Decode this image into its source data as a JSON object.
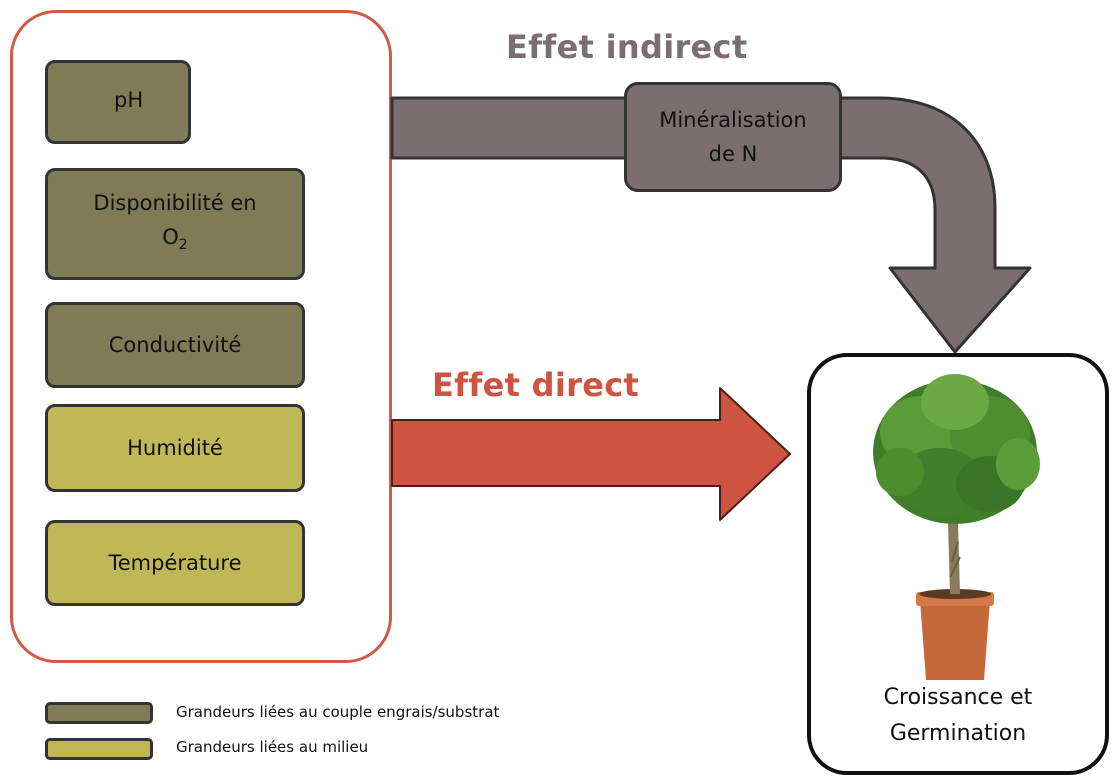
{
  "factors": {
    "ph": "pH",
    "o2_line1": "Disponibilité en",
    "o2_base": "O",
    "o2_sub": "2",
    "conductivity": "Conductivité",
    "humidity": "Humidité",
    "temperature": "Température"
  },
  "effects": {
    "indirect_label": "Effet indirect",
    "direct_label": "Effet direct",
    "mineral_line1": "Minéralisation",
    "mineral_line2": "de N"
  },
  "outcome": {
    "line1": "Croissance et",
    "line2": "Germination"
  },
  "legend": {
    "item1": "Grandeurs liées au couple engrais/substrat",
    "item2": "Grandeurs liées au milieu"
  },
  "colors": {
    "frame_border": "#cd5b45",
    "fertilizer_substrate": "#7f7b56",
    "environment": "#c0b857",
    "indirect_arrow": "#7a6e70",
    "direct_arrow": "#cd5440",
    "indirect_text": "#7a6e70",
    "direct_text": "#cd5440"
  }
}
